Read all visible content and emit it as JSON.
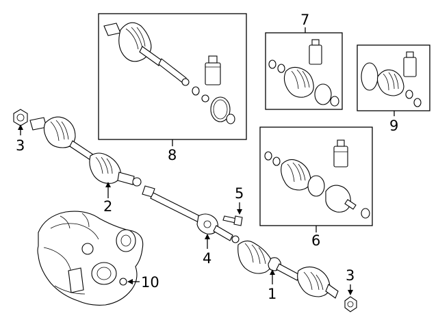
{
  "diagram": {
    "callouts": {
      "c1": "1",
      "c2": "2",
      "c3a": "3",
      "c3b": "3",
      "c4": "4",
      "c5": "5",
      "c6": "6",
      "c7": "7",
      "c8": "8",
      "c9": "9",
      "c10": "10"
    }
  }
}
